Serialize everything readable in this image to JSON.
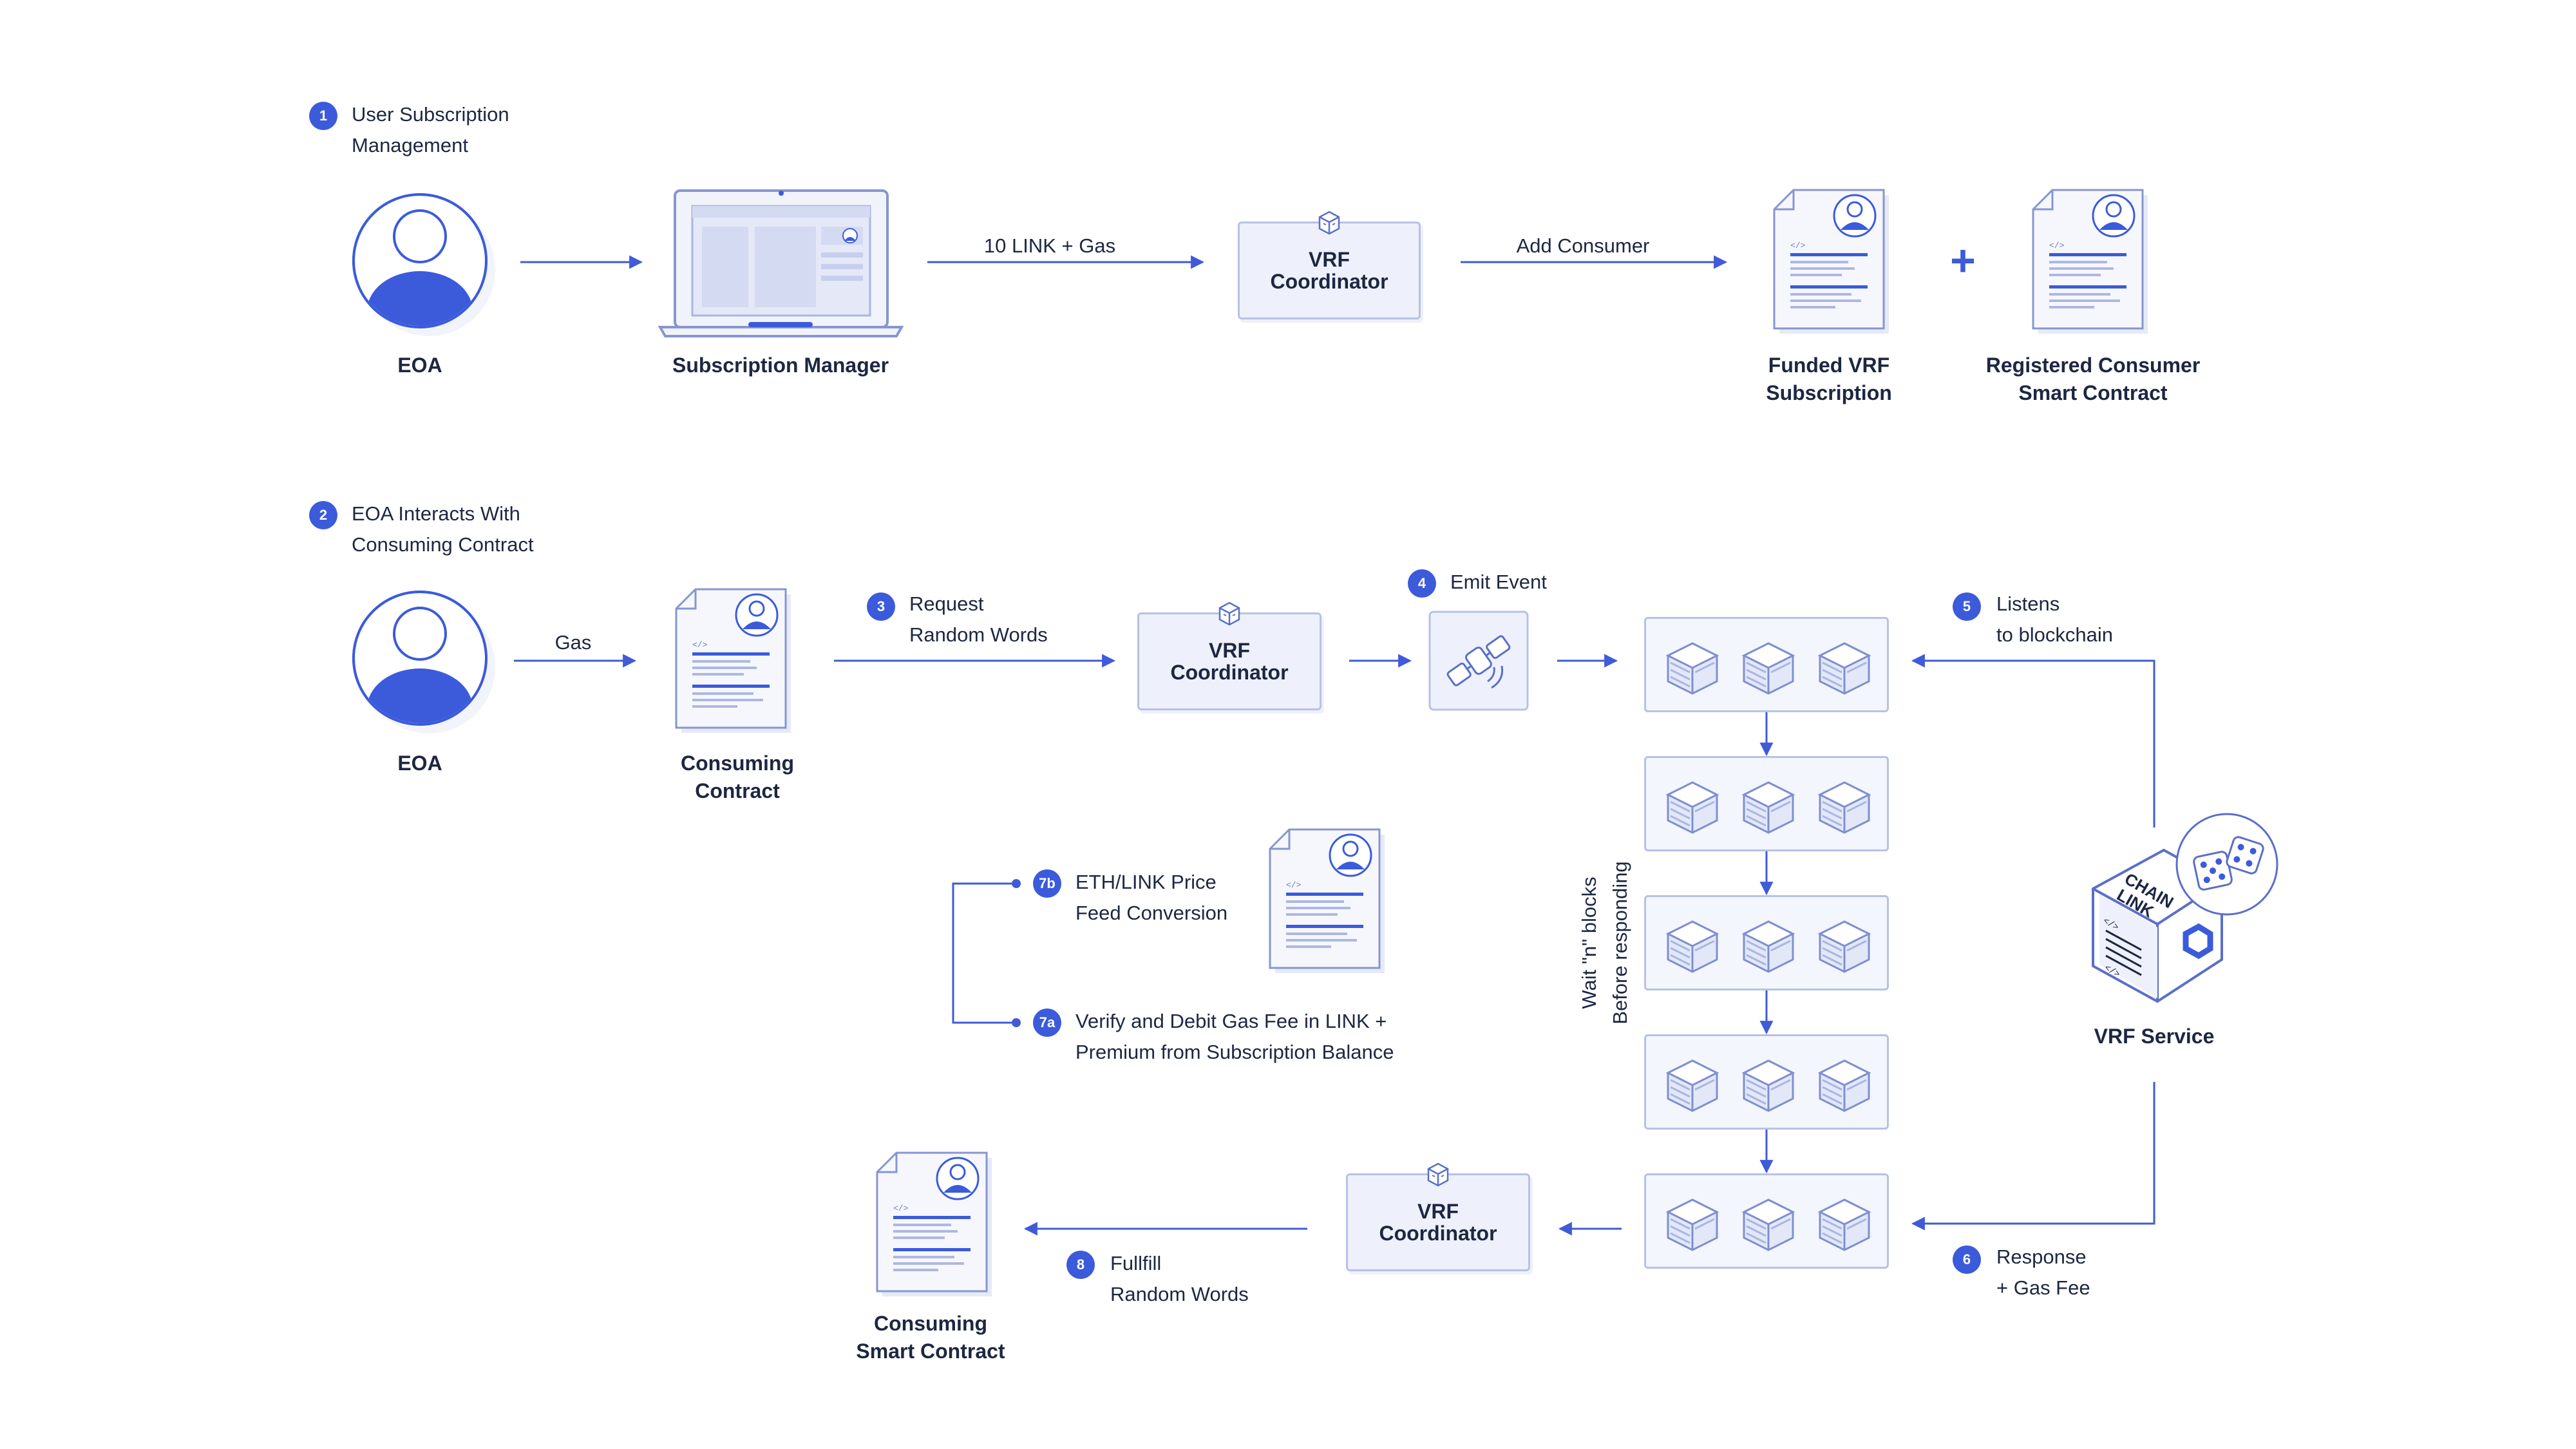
{
  "section1": {
    "step": "1",
    "title_line1": "User Subscription",
    "title_line2": "Management",
    "eoa_label": "EOA",
    "subscription_manager_label": "Subscription Manager",
    "arrow_link_gas": "10 LINK + Gas",
    "coordinator_line1": "VRF",
    "coordinator_line2": "Coordinator",
    "arrow_add_consumer": "Add Consumer",
    "funded_line1": "Funded VRF",
    "funded_line2": "Subscription",
    "plus": "+",
    "registered_line1": "Registered Consumer",
    "registered_line2": "Smart Contract"
  },
  "section2": {
    "step": "2",
    "title_line1": "EOA Interacts With",
    "title_line2": "Consuming Contract",
    "eoa_label": "EOA",
    "arrow_gas": "Gas",
    "consuming_line1": "Consuming",
    "consuming_line2": "Contract",
    "step3": "3",
    "request_line1": "Request",
    "request_line2": "Random Words",
    "coordinator_line1": "VRF",
    "coordinator_line2": "Coordinator",
    "step4": "4",
    "emit_event": "Emit Event",
    "step5": "5",
    "listens_line1": "Listens",
    "listens_line2": "to blockchain",
    "wait_line1": "Wait \"n\" blocks",
    "wait_line2": "Before responding",
    "vrf_service_label": "VRF Service",
    "chainlink_text": "CHAIN\nLINK",
    "step6": "6",
    "response_line1": "Response",
    "response_line2": "+ Gas Fee",
    "step7b": "7b",
    "price_line1": "ETH/LINK Price",
    "price_line2": "Feed Conversion",
    "step7a": "7a",
    "verify_line1": "Verify and Debit Gas Fee in LINK +",
    "verify_line2": "Premium from Subscription Balance",
    "coordinator2_line1": "VRF",
    "coordinator2_line2": "Coordinator",
    "step8": "8",
    "fulfill_line1": "Fullfill",
    "fulfill_line2": "Random Words",
    "consuming_smart_line1": "Consuming",
    "consuming_smart_line2": "Smart Contract"
  },
  "colors": {
    "accent": "#3b5bdb",
    "line": "#3f5bd6",
    "outline": "#b7c1e6",
    "fill": "#eef1fb"
  },
  "icons": [
    "user-icon",
    "laptop-icon",
    "document-icon",
    "cube-icon",
    "satellite-icon",
    "block-cube-icon",
    "dice-icon",
    "chainlink-node-icon"
  ]
}
